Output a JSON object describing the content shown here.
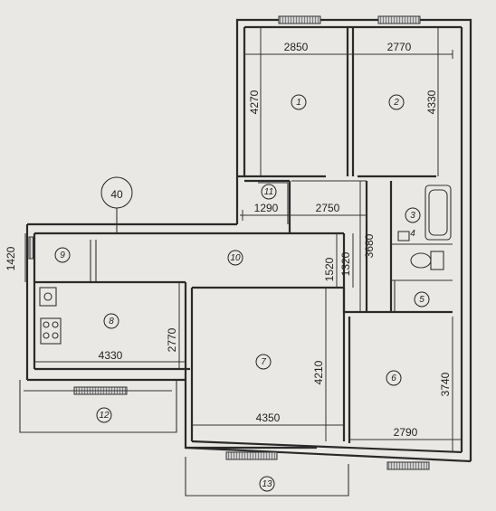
{
  "plan": {
    "section_number": "40",
    "rooms": [
      "1",
      "2",
      "3",
      "4",
      "5",
      "6",
      "7",
      "8",
      "9",
      "10",
      "11",
      "12",
      "13"
    ],
    "dimensions": {
      "room1_width": "2850",
      "room2_width": "2770",
      "room1_depth": "4270",
      "room2_depth": "4330",
      "room11_width": "1290",
      "corridor_width": "2750",
      "bath_depth": "3680",
      "hall_depth": "1520",
      "hall_step": "1320",
      "entry_depth": "1420",
      "room8_depth": "2770",
      "room8_width": "4330",
      "room7_depth": "4210",
      "room7_width": "4350",
      "room6_depth": "3740",
      "room6_width": "2790"
    }
  }
}
